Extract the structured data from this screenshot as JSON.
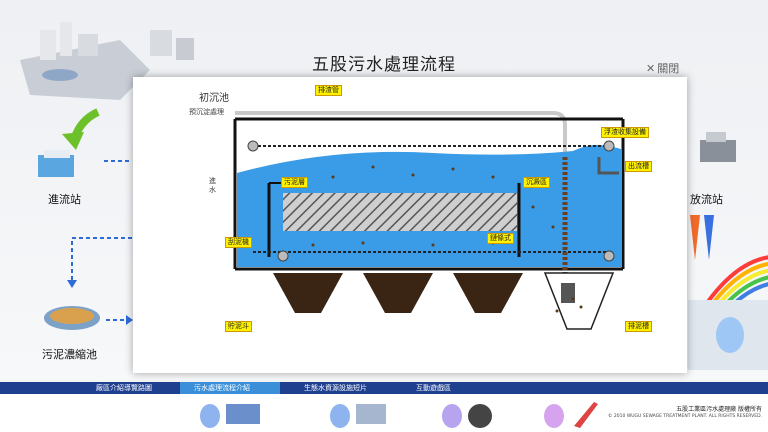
{
  "page": {
    "title": "五股污水處理流程",
    "close_label": "關閉"
  },
  "background": {
    "nodes": [
      {
        "id": "inflow",
        "label": "進流站"
      },
      {
        "id": "sludge",
        "label": "污泥濃縮池"
      },
      {
        "id": "outflow",
        "label": "放流站"
      }
    ]
  },
  "diagram": {
    "tank_name": "初沉池",
    "inflow_note": "預沉淀處理",
    "side_note": "進水",
    "labels": {
      "drain_pipe": "排渣管",
      "scum_collector": "浮渣收集設備",
      "effluent": "出流槽",
      "sediment": "污泥層",
      "settling": "沉澱區",
      "scraper": "刮泥機",
      "chain": "鏈條式",
      "sludge_hopper": "貯泥斗",
      "sludge_pit": "排泥槽"
    }
  },
  "nav": {
    "items": [
      {
        "label": "廠區介紹導覽路圖",
        "active": false
      },
      {
        "label": "污水處理流程介紹",
        "active": true
      },
      {
        "label": "生態水資源設施短片",
        "active": false
      },
      {
        "label": "互動遊戲區",
        "active": false
      }
    ]
  },
  "footer": {
    "org": "五股工業區污水處理廠 版權所有",
    "copyright": "© 2010 WUGU SEWAGE TREATMENT PLANT. ALL RIGHTS RESERVED."
  },
  "colors": {
    "water": "#3a9be6",
    "nav": "#1f3f8f",
    "nav_active": "#3a8fd8",
    "arrow": "#2f6bd6",
    "label_fill": "#fff200",
    "hopper": "#3a2414"
  }
}
